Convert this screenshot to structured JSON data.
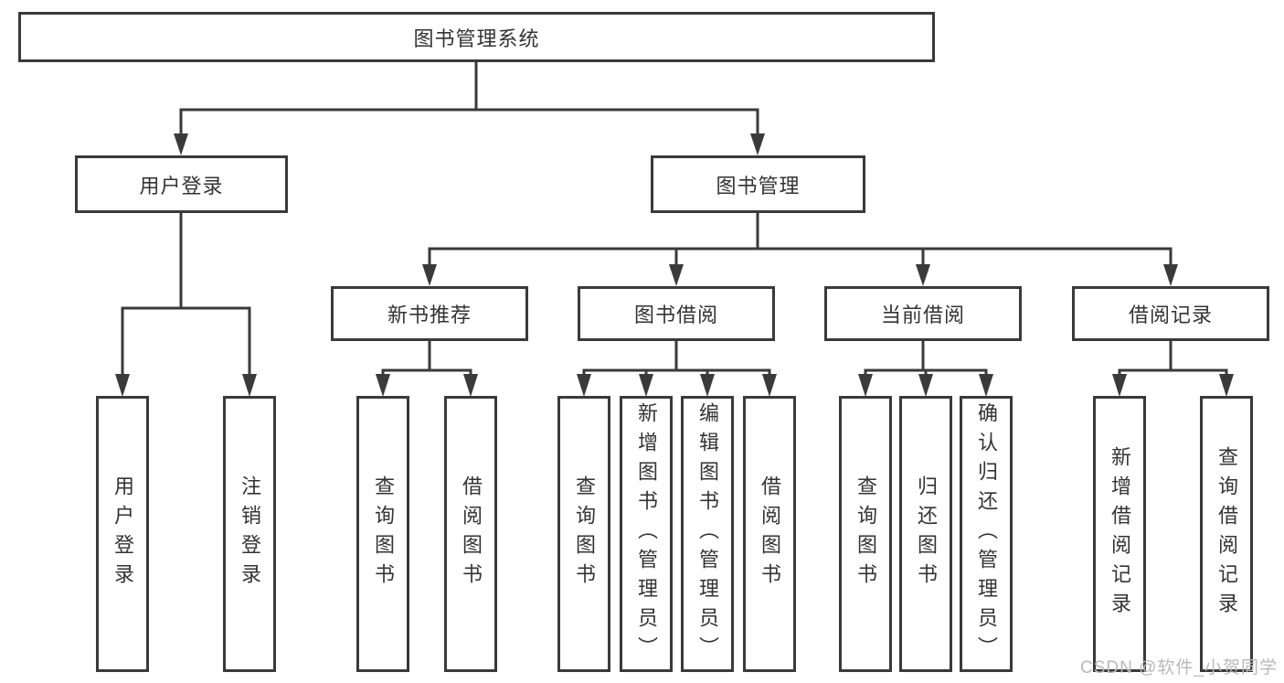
{
  "colors": {
    "line": "#3a3a3a",
    "text": "#333333",
    "box_bg": "#ffffff",
    "watermark": "#b9b9b9",
    "page_bg": "#ffffff"
  },
  "diagram": {
    "root": {
      "label": "图书管理系统"
    },
    "branches": [
      {
        "label": "用户登录",
        "children": [
          {
            "label": "用户登录"
          },
          {
            "label": "注销登录"
          }
        ]
      },
      {
        "label": "图书管理",
        "children": [
          {
            "label": "新书推荐",
            "children": [
              {
                "label": "查询图书"
              },
              {
                "label": "借阅图书"
              }
            ]
          },
          {
            "label": "图书借阅",
            "children": [
              {
                "label": "查询图书"
              },
              {
                "label": "新增图书（管理员）"
              },
              {
                "label": "编辑图书（管理员）"
              },
              {
                "label": "借阅图书"
              }
            ]
          },
          {
            "label": "当前借阅",
            "children": [
              {
                "label": "查询图书"
              },
              {
                "label": "归还图书"
              },
              {
                "label": "确认归还（管理员）"
              }
            ]
          },
          {
            "label": "借阅记录",
            "children": [
              {
                "label": "新增借阅记录"
              },
              {
                "label": "查询借阅记录"
              }
            ]
          }
        ]
      }
    ]
  },
  "watermark": {
    "text": "CSDN @软件_小贺同学"
  }
}
